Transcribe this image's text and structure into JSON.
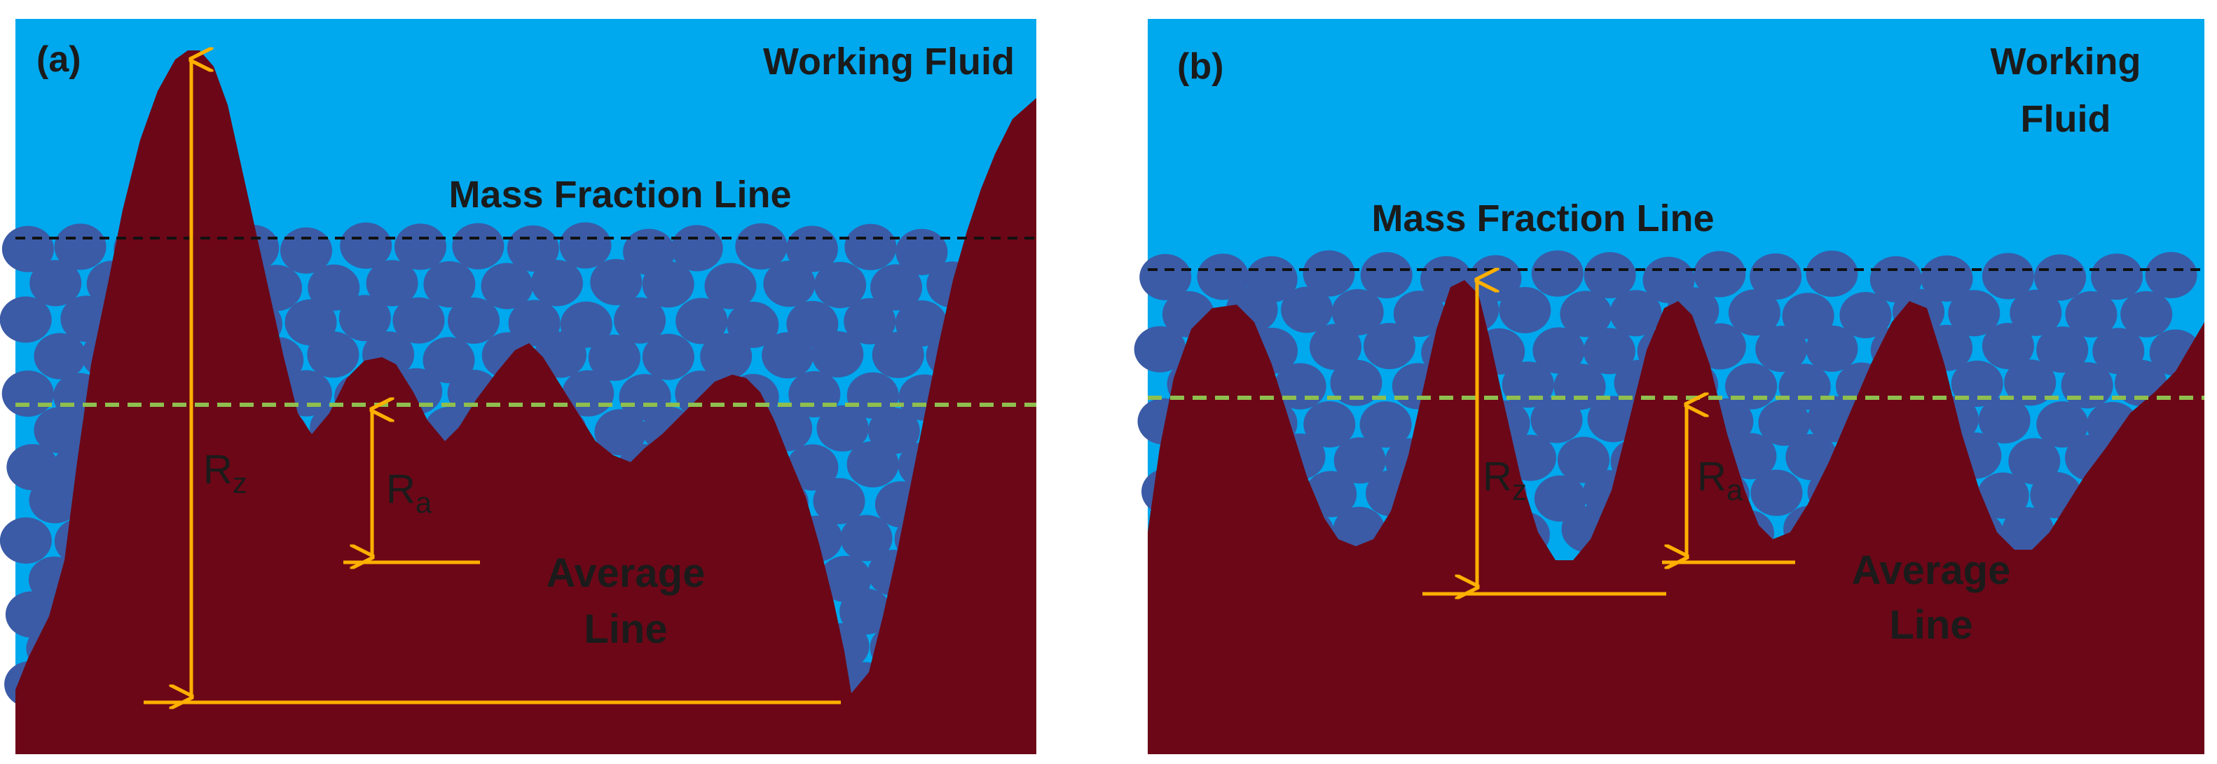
{
  "colors": {
    "fluid": "#00a8ee",
    "surface": "#6c0717",
    "particle": "#3b5ba6",
    "mass_fraction_line": "#111111",
    "average_line": "#8fbf4e",
    "measure": "#ffb000"
  },
  "panels": [
    {
      "id": "a",
      "label": "(a)",
      "working_fluid": [
        "Working Fluid"
      ],
      "mass_fraction_line": "Mass Fraction Line",
      "average_line": [
        "Average",
        "Line"
      ],
      "rz": {
        "main": "R",
        "sub": "z"
      },
      "ra": {
        "main": "R",
        "sub": "a"
      }
    },
    {
      "id": "b",
      "label": "(b)",
      "working_fluid": [
        "Working",
        "Fluid"
      ],
      "mass_fraction_line": "Mass Fraction Line",
      "average_line": [
        "Average",
        "Line"
      ],
      "rz": {
        "main": "R",
        "sub": "z"
      },
      "ra": {
        "main": "R",
        "sub": "a"
      }
    }
  ]
}
